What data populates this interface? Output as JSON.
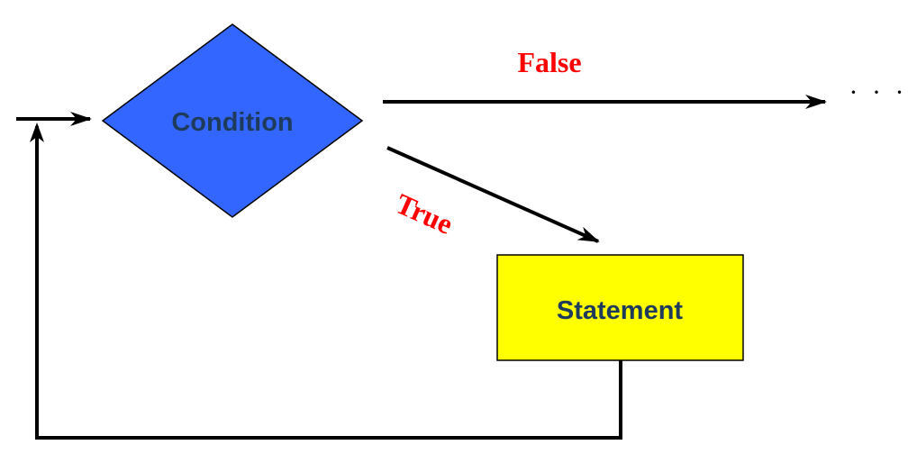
{
  "nodes": {
    "condition": {
      "label": "Condition",
      "fill": "#3366ff",
      "text_color": "#1f3b5c"
    },
    "statement": {
      "label": "Statement",
      "fill": "#ffff00",
      "text_color": "#1f3b5c"
    }
  },
  "edges": {
    "false_label": "False",
    "true_label": "True",
    "continuation": "· · ·",
    "label_color": "#ff0000"
  }
}
